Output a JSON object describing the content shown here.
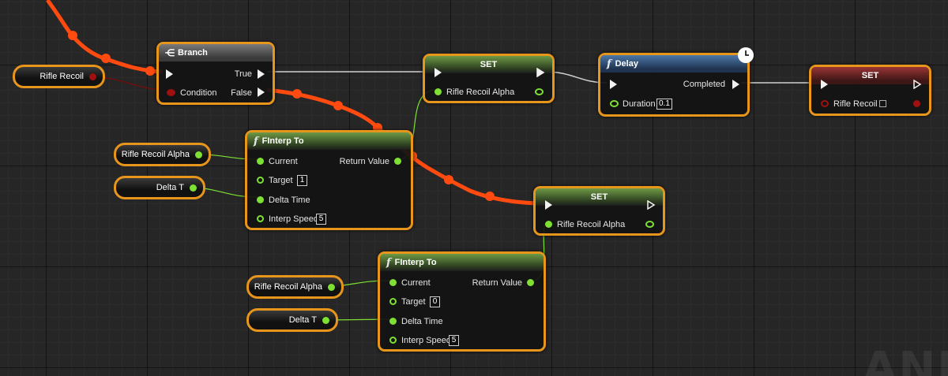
{
  "graph": {
    "variable_getters": {
      "rifle_recoil": "Rifle Recoil",
      "rifle_recoil_alpha_1": "Rifle Recoil Alpha",
      "delta_t_1": "Delta T",
      "rifle_recoil_alpha_2": "Rifle Recoil Alpha",
      "delta_t_2": "Delta T"
    },
    "branch": {
      "title": "Branch",
      "true_label": "True",
      "false_label": "False",
      "condition_label": "Condition"
    },
    "set_top": {
      "title": "SET",
      "var_label": "Rifle Recoil Alpha"
    },
    "set_mid": {
      "title": "SET",
      "var_label": "Rifle Recoil Alpha"
    },
    "set_right": {
      "title": "SET",
      "var_label": "Rifle Recoil"
    },
    "delay": {
      "title": "Delay",
      "completed_label": "Completed",
      "duration_label": "Duration",
      "duration_value": "0.1"
    },
    "finterp_top": {
      "title": "FInterp To",
      "current_label": "Current",
      "target_label": "Target",
      "target_value": "1",
      "delta_time_label": "Delta Time",
      "interp_speed_label": "Interp Speed",
      "interp_speed_value": "5",
      "return_label": "Return Value"
    },
    "finterp_bottom": {
      "title": "FInterp To",
      "current_label": "Current",
      "target_label": "Target",
      "target_value": "0",
      "delta_time_label": "Delta Time",
      "interp_speed_label": "Interp Speed",
      "interp_speed_value": "5",
      "return_label": "Return Value"
    },
    "function_glyph": "f",
    "watermark": "ANIM"
  },
  "colors": {
    "node_border": "#e8951c",
    "float_pin": "#7ee032",
    "bool_pin": "#a01010",
    "wire_selected": "#ff4a10",
    "exec_wire": "#d8d8d8"
  }
}
